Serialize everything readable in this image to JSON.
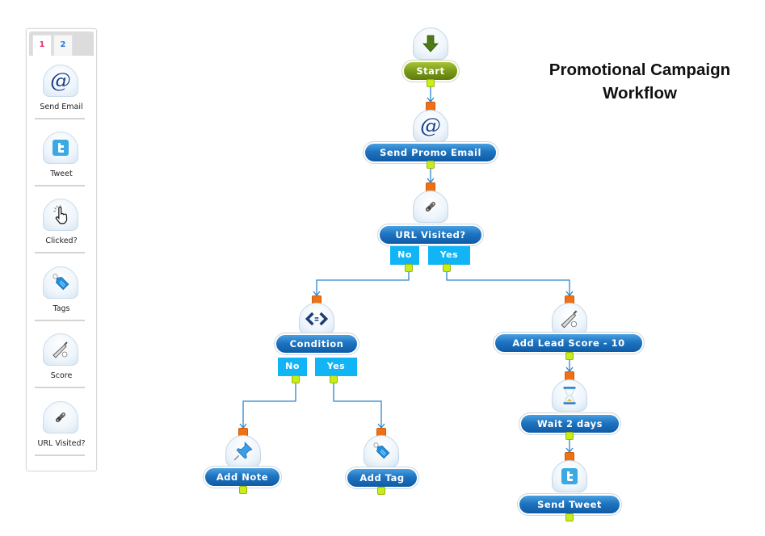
{
  "title": {
    "line1": "Promotional Campaign",
    "line2": "Workflow"
  },
  "palette": {
    "tabs": [
      {
        "label": "1",
        "active": true
      },
      {
        "label": "2",
        "active": false
      }
    ],
    "items": [
      {
        "label": "Send Email",
        "icon": "at-sign-icon"
      },
      {
        "label": "Tweet",
        "icon": "twitter-icon"
      },
      {
        "label": "Clicked?",
        "icon": "pointer-click-icon"
      },
      {
        "label": "Tags",
        "icon": "tag-icon"
      },
      {
        "label": "Score",
        "icon": "bat-ball-icon"
      },
      {
        "label": "URL Visited?",
        "icon": "link-icon"
      }
    ]
  },
  "workflow": {
    "nodes": {
      "start": {
        "label": "Start",
        "icon": "down-arrow-icon"
      },
      "send_promo_email": {
        "label": "Send Promo Email",
        "icon": "at-sign-icon"
      },
      "url_visited": {
        "label": "URL Visited?",
        "icon": "link-icon",
        "branches": {
          "no": "No",
          "yes": "Yes"
        }
      },
      "condition": {
        "label": "Condition",
        "icon": "compare-icon",
        "symbol": "<=>",
        "branches": {
          "no": "No",
          "yes": "Yes"
        }
      },
      "add_lead_score": {
        "label": "Add Lead Score - 10",
        "icon": "bat-ball-icon"
      },
      "wait": {
        "label": "Wait 2 days",
        "icon": "hourglass-icon"
      },
      "send_tweet": {
        "label": "Send Tweet",
        "icon": "twitter-icon"
      },
      "add_note": {
        "label": "Add Note",
        "icon": "pushpin-icon"
      },
      "add_tag": {
        "label": "Add Tag",
        "icon": "tag-icon"
      }
    },
    "edges": [
      {
        "from": "start",
        "to": "send_promo_email"
      },
      {
        "from": "send_promo_email",
        "to": "url_visited"
      },
      {
        "from": "url_visited",
        "branch": "No",
        "to": "condition"
      },
      {
        "from": "url_visited",
        "branch": "Yes",
        "to": "add_lead_score"
      },
      {
        "from": "condition",
        "branch": "No",
        "to": "add_note"
      },
      {
        "from": "condition",
        "branch": "Yes",
        "to": "add_tag"
      },
      {
        "from": "add_lead_score",
        "to": "wait"
      },
      {
        "from": "wait",
        "to": "send_tweet"
      }
    ],
    "colors": {
      "pill": "#1e74c0",
      "start": "#7a9a18",
      "branch": "#11b4f4",
      "port_in": "#f07016",
      "port_out": "#c8ee1a",
      "wire": "#2b86cf"
    }
  }
}
